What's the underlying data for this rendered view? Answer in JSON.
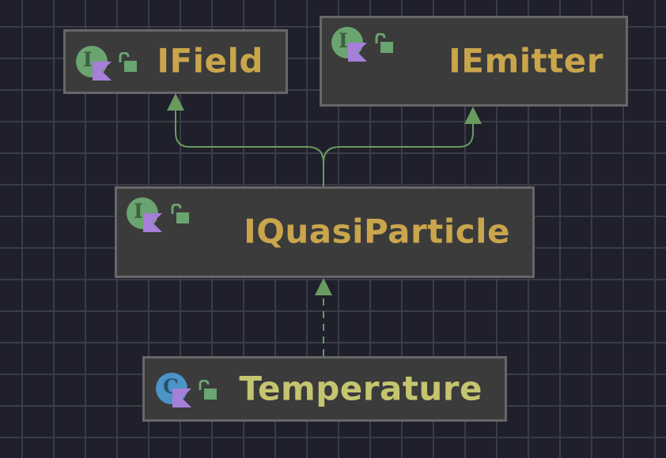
{
  "colors": {
    "background": "#1f202c",
    "grid": "#3a3c46",
    "node_fill": "#3b3b3b",
    "node_border": "#676767",
    "interface_title": "#c9a54c",
    "class_title": "#c5c570",
    "edge": "#6a9a5e",
    "interface_icon": "#6aa471",
    "class_icon": "#4c94c7",
    "kotlin_flag": "#a67fd9",
    "lock": "#6aa471"
  },
  "nodes": {
    "ifield": {
      "title": "IField",
      "kind": "interface",
      "kind_letter": "I",
      "icon": "kotlin-interface-icon",
      "visibility_icon": "public-lock-icon"
    },
    "iemitter": {
      "title": "IEmitter",
      "kind": "interface",
      "kind_letter": "I",
      "icon": "kotlin-interface-icon",
      "visibility_icon": "public-lock-icon"
    },
    "iquasiparticle": {
      "title": "IQuasiParticle",
      "kind": "interface",
      "kind_letter": "I",
      "icon": "kotlin-interface-icon",
      "visibility_icon": "public-lock-icon"
    },
    "temperature": {
      "title": "Temperature",
      "kind": "class",
      "kind_letter": "C",
      "icon": "kotlin-class-icon",
      "visibility_icon": "public-lock-icon"
    }
  },
  "edges": [
    {
      "from": "IQuasiParticle",
      "to": "IField",
      "type": "extends",
      "style": "solid"
    },
    {
      "from": "IQuasiParticle",
      "to": "IEmitter",
      "type": "extends",
      "style": "solid"
    },
    {
      "from": "Temperature",
      "to": "IQuasiParticle",
      "type": "implements",
      "style": "dashed"
    }
  ]
}
